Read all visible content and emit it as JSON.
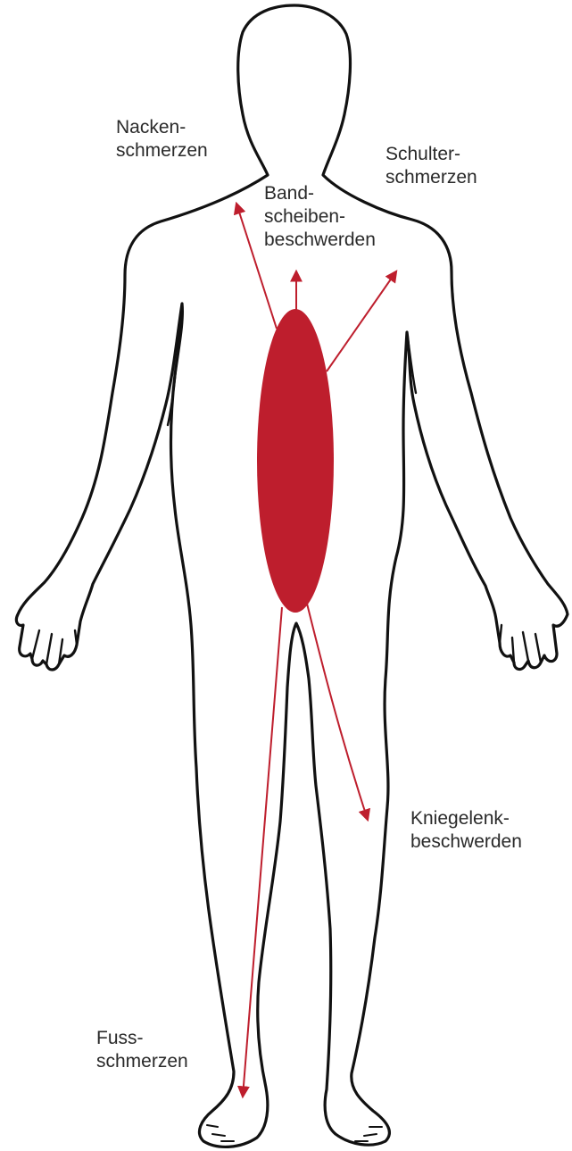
{
  "colors": {
    "accent": "#be1e2d",
    "outline": "#111111",
    "text": "#2a2a2a",
    "background": "#ffffff"
  },
  "labels": {
    "neck": [
      "Nacken-",
      "schmerzen"
    ],
    "shoulder": [
      "Schulter-",
      "schmerzen"
    ],
    "disc": [
      "Band-",
      "scheiben-",
      "beschwerden"
    ],
    "knee": [
      "Kniegelenk-",
      "beschwerden"
    ],
    "foot": [
      "Fuss-",
      "schmerzen"
    ]
  }
}
